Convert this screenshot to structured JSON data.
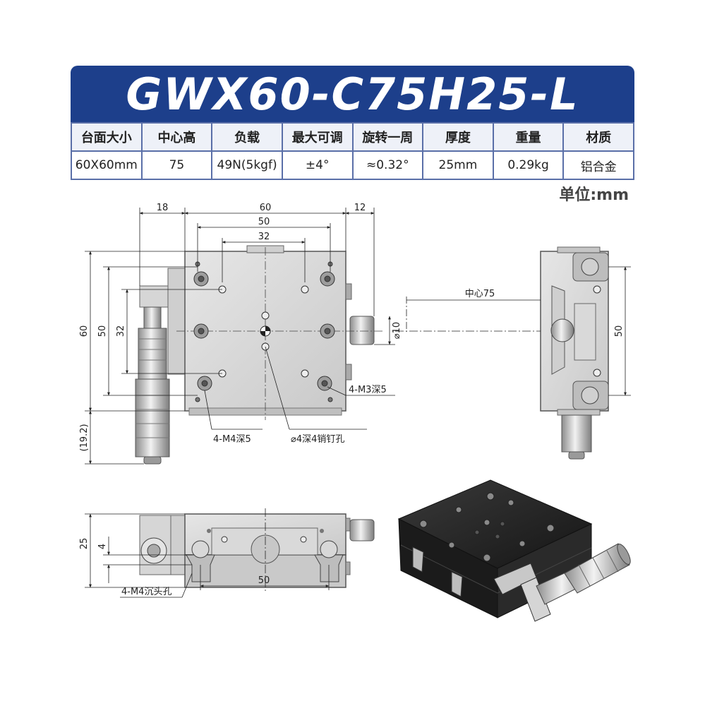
{
  "header": {
    "model": "GWX60-C75H25-L"
  },
  "spec_table": {
    "columns": [
      "台面大小",
      "中心高",
      "负载",
      "最大可调",
      "旋转一周",
      "厚度",
      "重量",
      "材质"
    ],
    "values": [
      "60X60mm",
      "75",
      "49N(5kgf)",
      "±4°",
      "≈0.32°",
      "25mm",
      "0.29kg",
      "铝合金"
    ]
  },
  "unit_label": "单位:mm",
  "top_view": {
    "dim_18": "18",
    "dim_60": "60",
    "dim_12": "12",
    "dim_50": "50",
    "dim_32": "32",
    "dim_left_60": "60",
    "dim_left_50": "50",
    "dim_left_32": "32",
    "dim_19_2": "(19.2)",
    "dia_10": "⌀10",
    "callout_m3": "4-M3深5",
    "callout_m4": "4-M4深5",
    "callout_pin": "⌀4深4销钉孔"
  },
  "side_view": {
    "center_label": "中心75",
    "dim_50": "50"
  },
  "front_view": {
    "dim_25": "25",
    "dim_4": "4",
    "dim_50": "50",
    "callout_csk": "4-M4沉头孔"
  },
  "colors": {
    "banner": "#1d3f8b",
    "plate": "#d9d9d9",
    "photo_body": "#2b2b2b"
  }
}
